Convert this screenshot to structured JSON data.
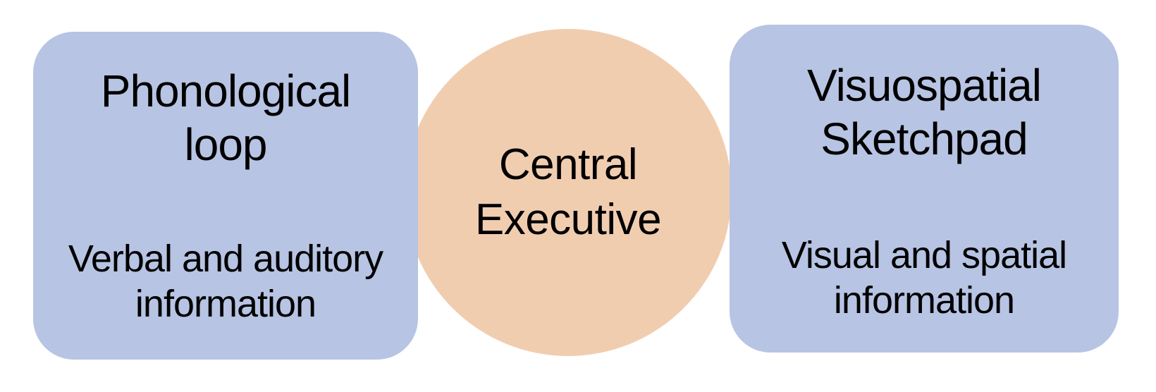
{
  "colors": {
    "background": "#ffffff",
    "box_fill": "#b7c4e3",
    "circle_fill": "#f1cdb0",
    "text": "#000000"
  },
  "nodes": {
    "phonological_loop": {
      "title": "Phonological\nloop",
      "description": "Verbal and auditory\ninformation"
    },
    "central_executive": {
      "title": "Central\nExecutive"
    },
    "visuospatial_sketchpad": {
      "title": "Visuospatial\nSketchpad",
      "description": "Visual and spatial\ninformation"
    }
  }
}
